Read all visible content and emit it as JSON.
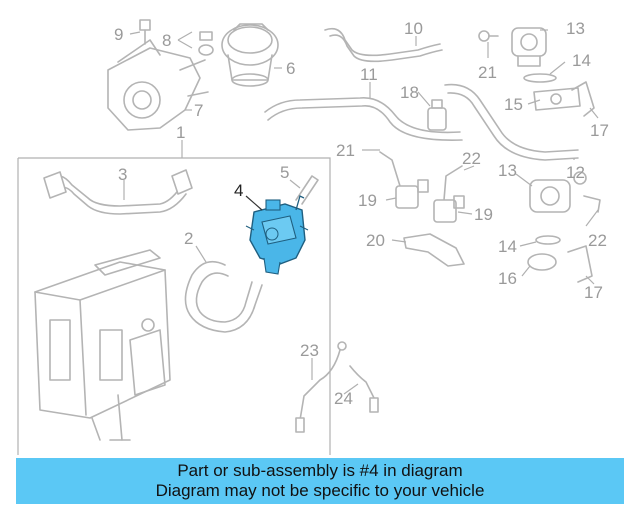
{
  "diagram": {
    "highlight_color": "#4ab6e8",
    "callouts": [
      {
        "id": "c1",
        "text": "1"
      },
      {
        "id": "c2",
        "text": "2"
      },
      {
        "id": "c3",
        "text": "3"
      },
      {
        "id": "c4",
        "text": "4"
      },
      {
        "id": "c5",
        "text": "5"
      },
      {
        "id": "c6",
        "text": "6"
      },
      {
        "id": "c7",
        "text": "7"
      },
      {
        "id": "c8",
        "text": "8"
      },
      {
        "id": "c9",
        "text": "9"
      },
      {
        "id": "c10",
        "text": "10"
      },
      {
        "id": "c11",
        "text": "11"
      },
      {
        "id": "c12",
        "text": "12"
      },
      {
        "id": "c13a",
        "text": "13"
      },
      {
        "id": "c13b",
        "text": "13"
      },
      {
        "id": "c14a",
        "text": "14"
      },
      {
        "id": "c14b",
        "text": "14"
      },
      {
        "id": "c15",
        "text": "15"
      },
      {
        "id": "c16",
        "text": "16"
      },
      {
        "id": "c17a",
        "text": "17"
      },
      {
        "id": "c17b",
        "text": "17"
      },
      {
        "id": "c18",
        "text": "18"
      },
      {
        "id": "c19a",
        "text": "19"
      },
      {
        "id": "c19b",
        "text": "19"
      },
      {
        "id": "c20",
        "text": "20"
      },
      {
        "id": "c21a",
        "text": "21"
      },
      {
        "id": "c21b",
        "text": "21"
      },
      {
        "id": "c22a",
        "text": "22"
      },
      {
        "id": "c22b",
        "text": "22"
      },
      {
        "id": "c23",
        "text": "23"
      },
      {
        "id": "c24",
        "text": "24"
      }
    ]
  },
  "banner": {
    "line1": "Part or sub-assembly is #4 in diagram",
    "line2": "Diagram may not be specific to your vehicle",
    "color": "#5bc8f5"
  }
}
